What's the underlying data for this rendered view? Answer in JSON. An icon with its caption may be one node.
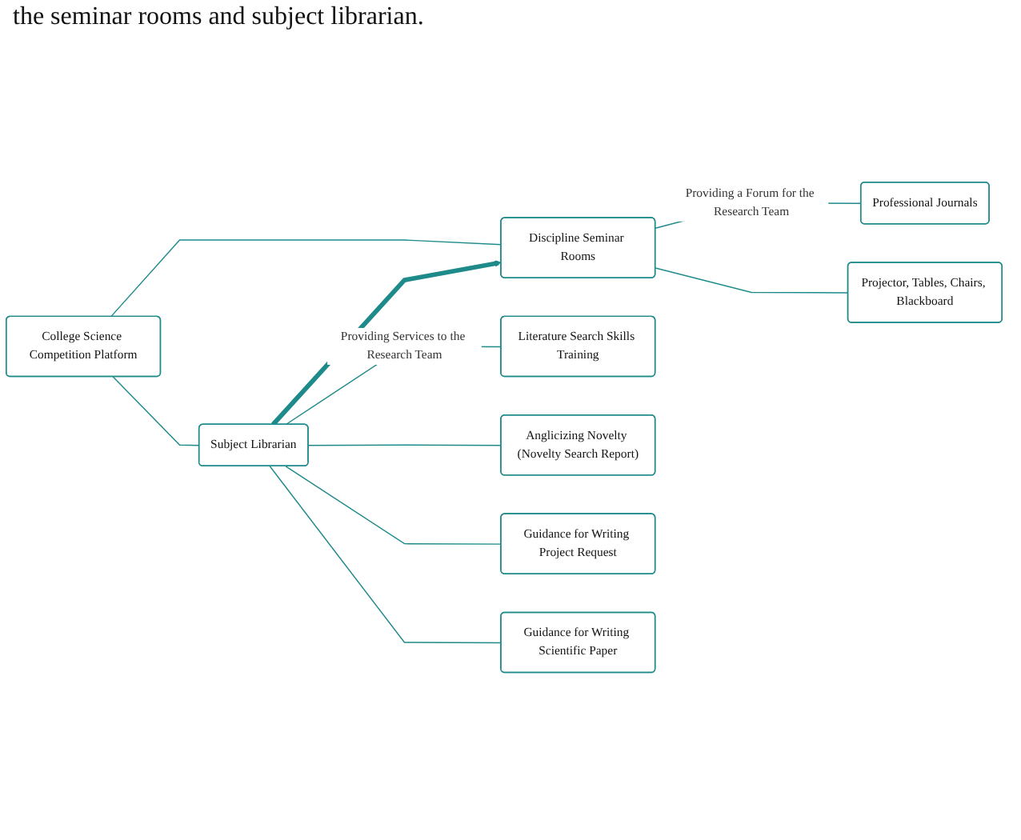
{
  "diagram": {
    "nodes": [
      {
        "text": [
          "College Science Competition Platform"
        ]
      },
      {
        "text": [
          "Subject Librarian"
        ]
      },
      {
        "text": [
          "Discipline Seminar Rooms"
        ]
      },
      {
        "text": [
          "Literature Search Skills Training"
        ]
      },
      {
        "text": [
          "Anglicizing Novelty (Novelty Search Report)"
        ]
      },
      {
        "text": [
          "Guidance for Writing Project Request"
        ]
      },
      {
        "text": [
          "Guidance for Writing Scientific Paper"
        ]
      },
      {
        "text": [
          "Professional Journals"
        ]
      },
      {
        "text": [
          "Projector, Tables, Chairs, Blackboard"
        ]
      }
    ],
    "edges": [
      {
        "from": 0,
        "to": 1,
        "arrow": "none"
      },
      {
        "from": 0,
        "to": 2,
        "arrow": "none"
      },
      {
        "from": 1,
        "to": 2,
        "arrow": "to",
        "style": "thick"
      },
      {
        "from": 1,
        "to": 3,
        "arrow": "none",
        "label": "Providing Services to the Research Team"
      },
      {
        "from": 1,
        "to": 4,
        "arrow": "none"
      },
      {
        "from": 1,
        "to": 5,
        "arrow": "none"
      },
      {
        "from": 1,
        "to": 6,
        "arrow": "none"
      },
      {
        "from": 2,
        "to": 7,
        "arrow": "none",
        "label": "Providing a Forum for the Research Team"
      },
      {
        "from": 2,
        "to": 8,
        "arrow": "none"
      }
    ],
    "labels": [
      "the seminar rooms and subject librarian."
    ]
  }
}
